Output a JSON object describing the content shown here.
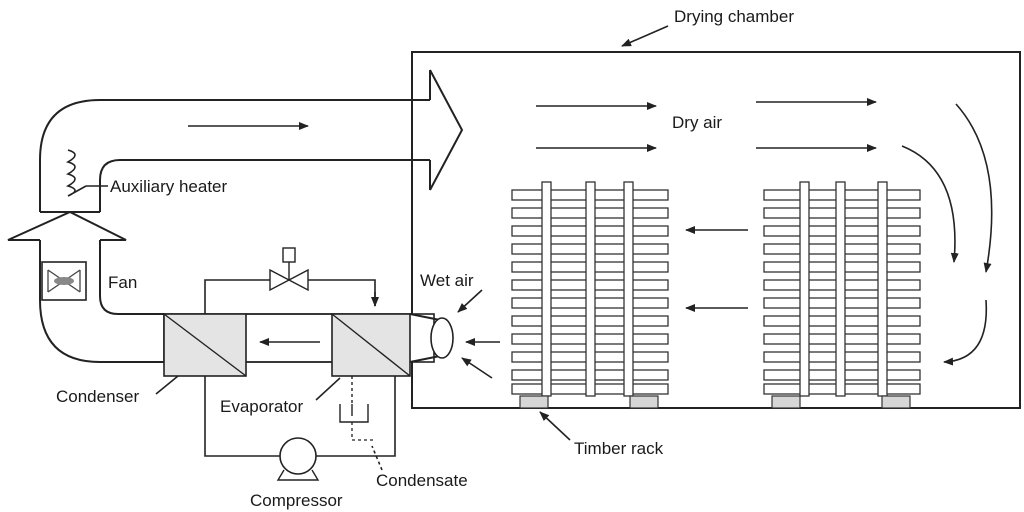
{
  "diagram": {
    "labels": {
      "drying_chamber": "Drying chamber",
      "dry_air": "Dry air",
      "auxiliary_heater": "Auxiliary heater",
      "fan": "Fan",
      "wet_air": "Wet air",
      "condenser": "Condenser",
      "evaporator": "Evaporator",
      "compressor": "Compressor",
      "condensate": "Condensate",
      "timber_rack": "Timber rack"
    },
    "colors": {
      "line": "#222222",
      "heat_exchanger_fill": "#e4e4e4",
      "rack_foot_fill": "#d6d6d6",
      "background": "#ffffff"
    }
  }
}
